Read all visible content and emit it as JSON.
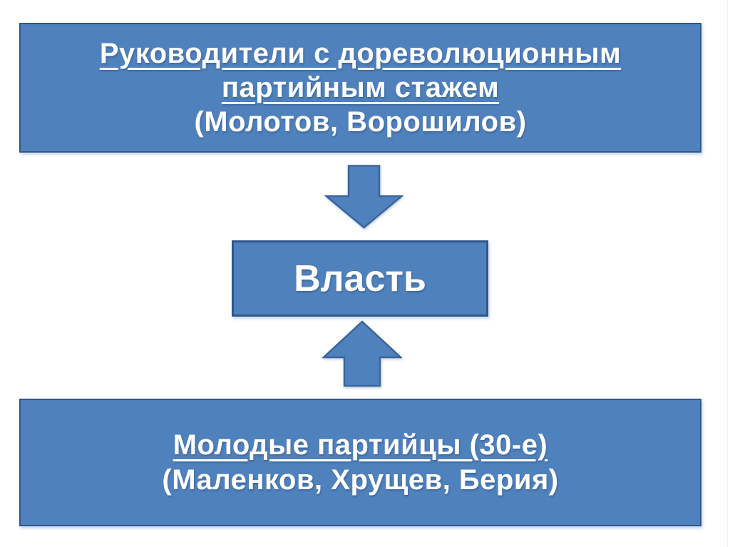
{
  "colors": {
    "background": "#ffffff",
    "shape_fill": "#4f81bd",
    "box_border": "#31568c",
    "arrow_border": "#3a659c",
    "text": "#ffffff"
  },
  "diagram": {
    "top_box": {
      "title_line1": "Руководители с дореволюционным",
      "title_line2": "партийным стажем",
      "subtitle": "(Молотов, Ворошилов)"
    },
    "center_box": {
      "label": "Власть"
    },
    "bottom_box": {
      "title": "Молодые партийцы (30-е)",
      "subtitle": "(Маленков, Хрущев, Берия)"
    },
    "arrows": [
      {
        "direction": "down",
        "meaning": "top group flows into power"
      },
      {
        "direction": "up",
        "meaning": "bottom group flows into power"
      }
    ]
  }
}
